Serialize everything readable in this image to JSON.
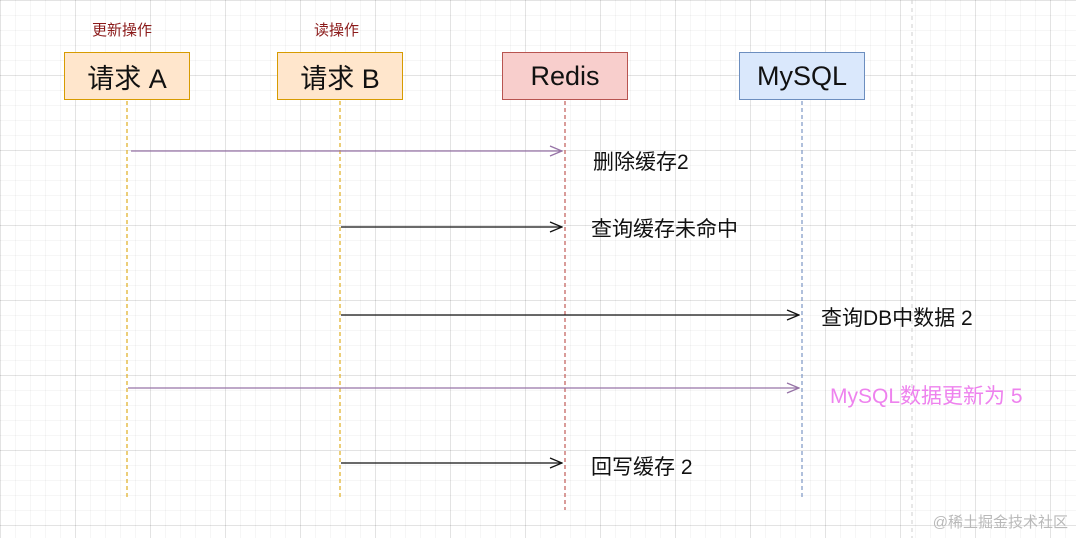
{
  "notes": {
    "update_op": "更新操作",
    "read_op": "读操作"
  },
  "participants": {
    "request_a": "请求 A",
    "request_b": "请求 B",
    "redis": "Redis",
    "mysql": "MySQL"
  },
  "messages": {
    "delete_cache": "删除缓存2",
    "query_cache_miss": "查询缓存未命中",
    "query_db": "查询DB中数据 2",
    "mysql_update": "MySQL数据更新为 5",
    "write_back_cache": "回写缓存 2"
  },
  "colors": {
    "request_fill": "#ffe6cc",
    "request_border": "#d79b00",
    "redis_fill": "#f8cecc",
    "redis_border": "#b85450",
    "mysql_fill": "#dae8fc",
    "mysql_border": "#6c8ebf",
    "purple_arrow": "#9673a6",
    "pink_text": "#ee82ee",
    "note_text": "#8b1a1a"
  },
  "watermark": "@稀土掘金技术社区"
}
